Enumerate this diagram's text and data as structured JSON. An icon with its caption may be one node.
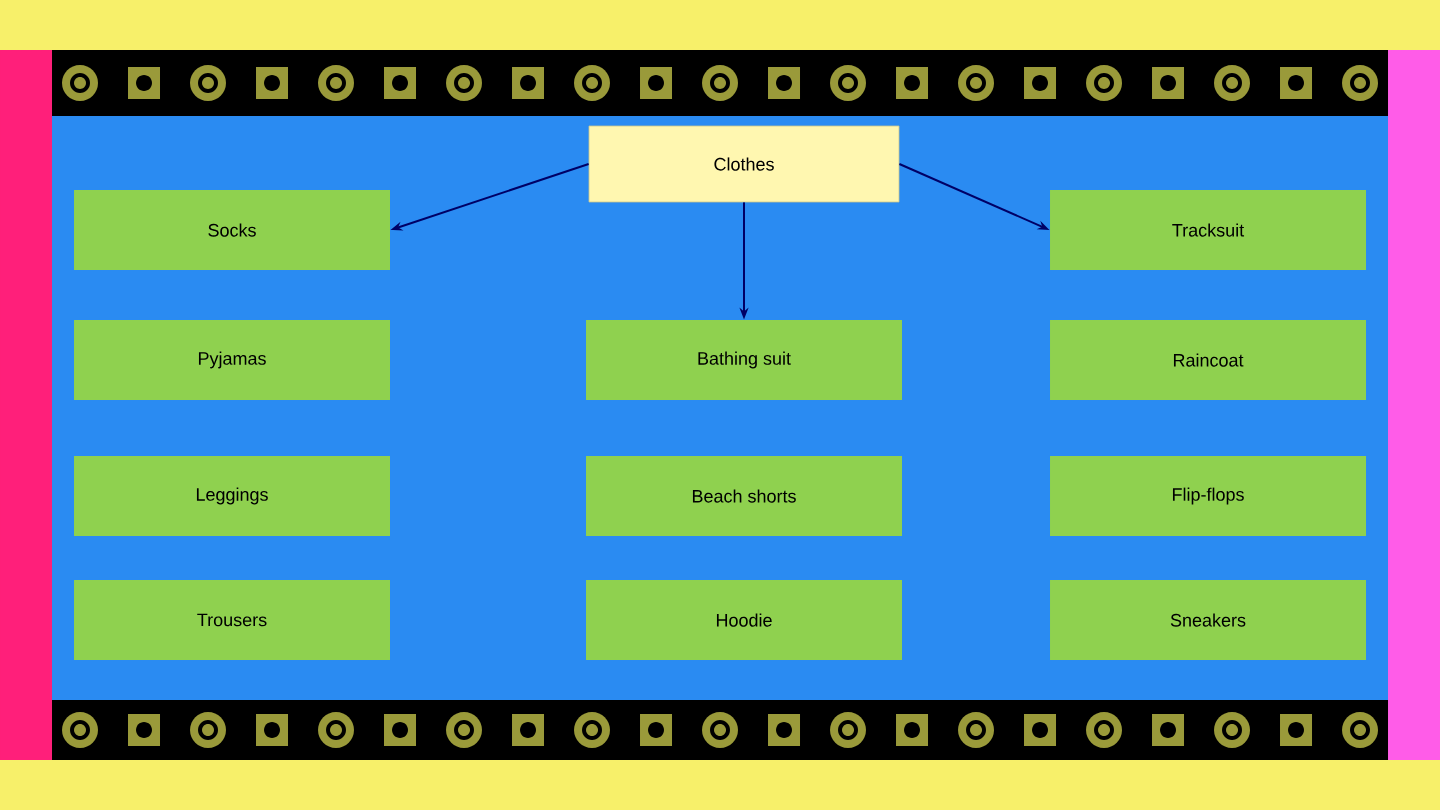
{
  "diagram": {
    "nodes": [
      {
        "text": [
          "Clothes"
        ]
      },
      {
        "text": [
          "Socks"
        ]
      },
      {
        "text": [
          "Pyjamas"
        ]
      },
      {
        "text": [
          "Leggings"
        ]
      },
      {
        "text": [
          "Trousers"
        ]
      },
      {
        "text": [
          "Bathing suit"
        ]
      },
      {
        "text": [
          "Beach shorts"
        ]
      },
      {
        "text": [
          "Hoodie"
        ]
      },
      {
        "text": [
          "Tracksuit"
        ]
      },
      {
        "text": [
          "Raincoat"
        ]
      },
      {
        "text": [
          "Flip-flops"
        ]
      },
      {
        "text": [
          "Sneakers"
        ]
      }
    ],
    "edges": [
      {
        "from": 0,
        "to": 1,
        "arrow": "to"
      },
      {
        "from": 0,
        "to": 5,
        "arrow": "to"
      },
      {
        "from": 0,
        "to": 8,
        "arrow": "to"
      }
    ]
  }
}
